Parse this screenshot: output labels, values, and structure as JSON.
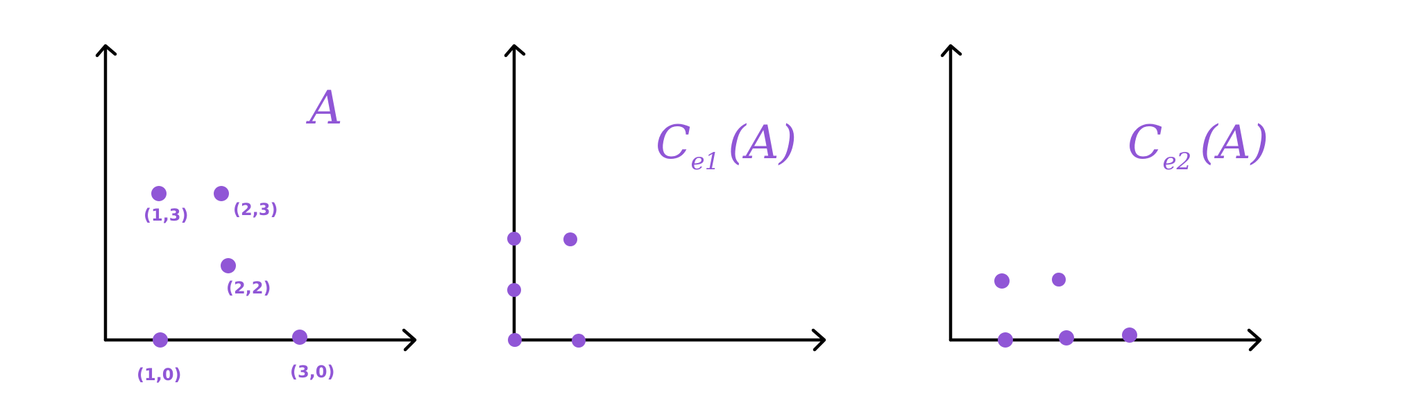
{
  "accent_color": "#9056d6",
  "panels": [
    {
      "title": "A",
      "subscript": "",
      "points": [
        {
          "x": 1,
          "y": 3,
          "label": "(1,3)"
        },
        {
          "x": 2,
          "y": 3,
          "label": "(2,3)"
        },
        {
          "x": 2,
          "y": 2,
          "label": "(2,2)"
        },
        {
          "x": 1,
          "y": 0,
          "label": "(1,0)"
        },
        {
          "x": 3,
          "y": 0,
          "label": "(3,0)"
        }
      ]
    },
    {
      "title_main": "C",
      "subscript": "e1",
      "title_arg": "(A)",
      "points": [
        {
          "x": 0,
          "y": 2,
          "label": ""
        },
        {
          "x": 1,
          "y": 2,
          "label": ""
        },
        {
          "x": 0,
          "y": 1,
          "label": ""
        },
        {
          "x": 0,
          "y": 0,
          "label": ""
        },
        {
          "x": 1,
          "y": 0,
          "label": ""
        }
      ]
    },
    {
      "title_main": "C",
      "subscript": "e2",
      "title_arg": "(A)",
      "points": [
        {
          "x": 1,
          "y": 1,
          "label": ""
        },
        {
          "x": 2,
          "y": 1,
          "label": ""
        },
        {
          "x": 1,
          "y": 0,
          "label": ""
        },
        {
          "x": 2,
          "y": 0,
          "label": ""
        },
        {
          "x": 3,
          "y": 0,
          "label": ""
        }
      ]
    }
  ]
}
